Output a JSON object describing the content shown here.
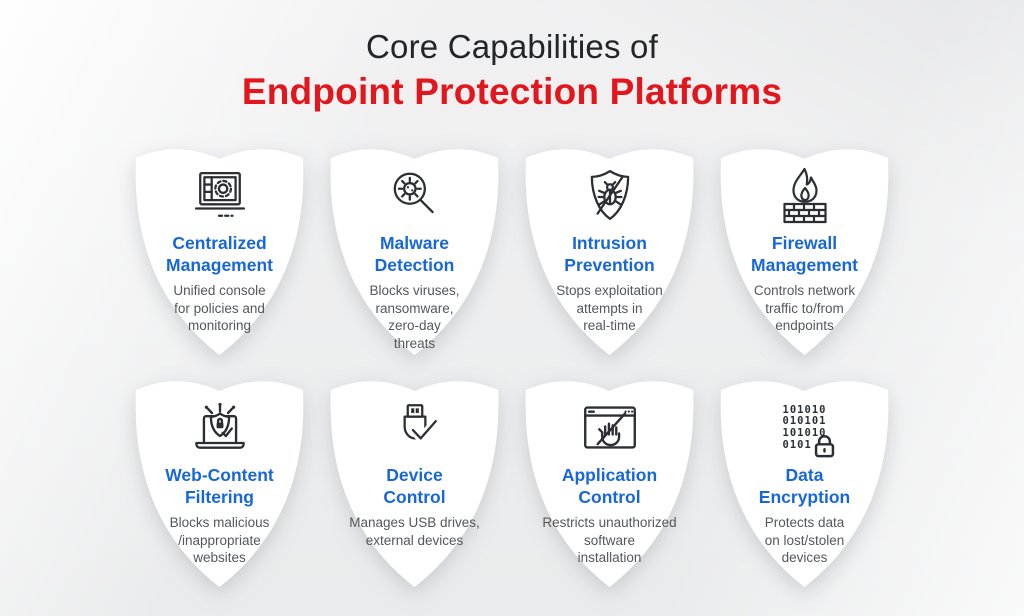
{
  "title": {
    "line1": "Core Capabilities of",
    "line2": "Endpoint Protection Platforms"
  },
  "colors": {
    "title_dark": "#232528",
    "title_red": "#e2161d",
    "heading_blue": "#1767db",
    "body_gray": "#54575b",
    "shield_fill": "#ffffff",
    "icon_stroke": "#2b2e33"
  },
  "cards": [
    {
      "icon": "monitor-gear-icon",
      "name": "Centralized\nManagement",
      "description": "Unified console\nfor policies and\nmonitoring"
    },
    {
      "icon": "magnifier-virus-icon",
      "name": "Malware\nDetection",
      "description": "Blocks viruses,\nransomware,\nzero-day\nthreats"
    },
    {
      "icon": "shield-bug-icon",
      "name": "Intrusion\nPrevention",
      "description": "Stops exploitation\nattempts in\nreal-time"
    },
    {
      "icon": "flame-brick-icon",
      "name": "Firewall\nManagement",
      "description": "Controls network\ntraffic to/from\nendpoints"
    },
    {
      "icon": "laptop-shield-icon",
      "name": "Web-Content\nFiltering",
      "description": "Blocks malicious\n/inappropriate\nwebsites"
    },
    {
      "icon": "usb-check-icon",
      "name": "Device\nControl",
      "description": "Manages USB drives,\nexternal devices"
    },
    {
      "icon": "window-hand-icon",
      "name": "Application\nControl",
      "description": "Restricts unauthorized\nsoftware\ninstallation"
    },
    {
      "icon": "binary-lock-icon",
      "name": "Data\nEncryption",
      "description": "Protects data\non lost/stolen\ndevices"
    }
  ],
  "binary_icon_lines": [
    "101010",
    "010101",
    "101010",
    "0101"
  ]
}
